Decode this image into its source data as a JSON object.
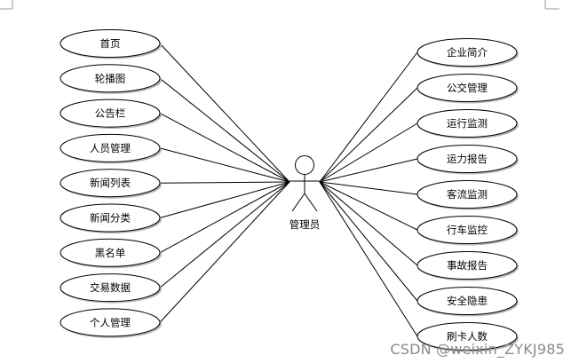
{
  "actor": {
    "label": "管理员"
  },
  "left_use_cases": [
    {
      "label": "首页"
    },
    {
      "label": "轮播图"
    },
    {
      "label": "公告栏"
    },
    {
      "label": "人员管理"
    },
    {
      "label": "新闻列表"
    },
    {
      "label": "新闻分类"
    },
    {
      "label": "黑名单"
    },
    {
      "label": "交易数据"
    },
    {
      "label": "个人管理"
    }
  ],
  "right_use_cases": [
    {
      "label": "企业简介"
    },
    {
      "label": "公交管理"
    },
    {
      "label": "运行监测"
    },
    {
      "label": "运力报告"
    },
    {
      "label": "客流监测"
    },
    {
      "label": "行车监控"
    },
    {
      "label": "事故报告"
    },
    {
      "label": "安全隐患"
    },
    {
      "label": "刷卡人数"
    }
  ],
  "watermark": {
    "text": "CSDN @weixin_ZYKJ985"
  }
}
